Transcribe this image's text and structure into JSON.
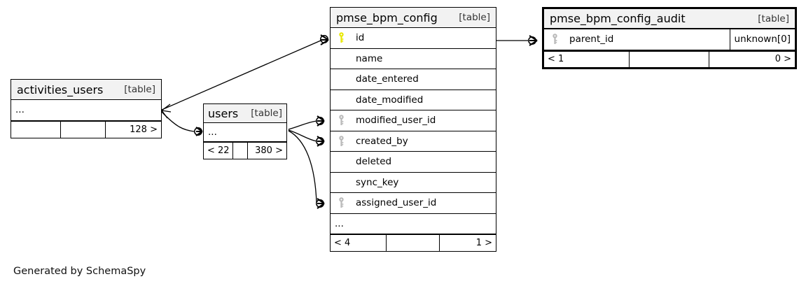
{
  "diagram": {
    "type": "er-diagram",
    "generator_note": "Generated by SchemaSpy",
    "colors": {
      "primary_key": "#e8e800",
      "foreign_key": "#b3b3b3",
      "header_bg": "#f2f2f2",
      "border": "#000000",
      "background": "#ffffff"
    }
  },
  "tables": {
    "activities_users": {
      "name": "activities_users",
      "tag": "[table]",
      "rows": [
        {
          "label": "...",
          "key": "none"
        }
      ],
      "footer": {
        "left": "",
        "middle": "",
        "right": "128 >"
      }
    },
    "users": {
      "name": "users",
      "tag": "[table]",
      "rows": [
        {
          "label": "...",
          "key": "none"
        }
      ],
      "footer": {
        "left": "< 22",
        "middle": "",
        "right": "380 >"
      }
    },
    "pmse_bpm_config": {
      "name": "pmse_bpm_config",
      "tag": "[table]",
      "rows": [
        {
          "label": "id",
          "key": "primary"
        },
        {
          "label": "name",
          "key": "none"
        },
        {
          "label": "date_entered",
          "key": "none"
        },
        {
          "label": "date_modified",
          "key": "none"
        },
        {
          "label": "modified_user_id",
          "key": "foreign"
        },
        {
          "label": "created_by",
          "key": "foreign"
        },
        {
          "label": "deleted",
          "key": "none"
        },
        {
          "label": "sync_key",
          "key": "none"
        },
        {
          "label": "assigned_user_id",
          "key": "foreign"
        },
        {
          "label": "...",
          "key": "none"
        }
      ],
      "footer": {
        "left": "< 4",
        "middle": "",
        "right": "1 >"
      }
    },
    "pmse_bpm_config_audit": {
      "name": "pmse_bpm_config_audit",
      "tag": "[table]",
      "rows": [
        {
          "label": "parent_id",
          "key": "foreign",
          "type": "unknown[0]"
        }
      ],
      "footer": {
        "left": "< 1",
        "middle": "",
        "right": "0 >"
      }
    }
  }
}
